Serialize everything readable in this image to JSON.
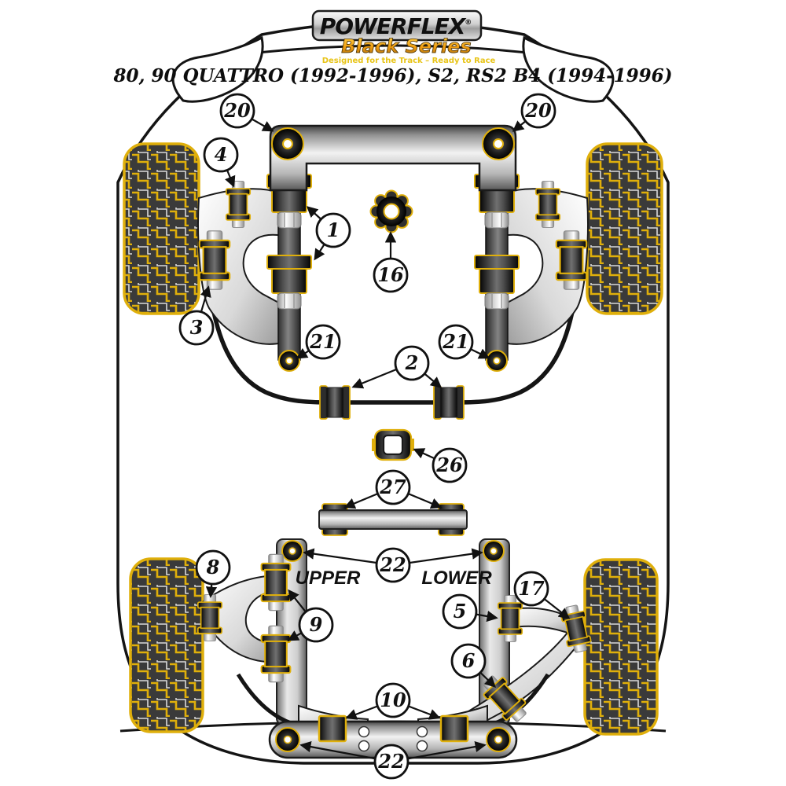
{
  "header": {
    "brand": "POWERFLEX",
    "registered_mark": "®",
    "series": "Black Series",
    "tagline": "Designed for the Track – Ready to Race",
    "title": "80, 90 QUATTRO (1992-1996), S2, RS2 B4 (1994-1996)"
  },
  "diagram": {
    "section_labels": {
      "upper": "UPPER",
      "lower": "LOWER"
    },
    "callouts": {
      "c20l": "20",
      "c20r": "20",
      "c4": "4",
      "c1": "1",
      "c16": "16",
      "c3": "3",
      "c21l": "21",
      "c21r": "21",
      "c2": "2",
      "c26": "26",
      "c27": "27",
      "c22t": "22",
      "c8": "8",
      "c9": "9",
      "c5": "5",
      "c17": "17",
      "c6": "6",
      "c10": "10",
      "c22b": "22"
    }
  },
  "colors": {
    "accent_yellow": "#DFAF0B",
    "logo_orange": "#F0A222",
    "tagline_yellow": "#E8C417",
    "line_black": "#141414"
  }
}
